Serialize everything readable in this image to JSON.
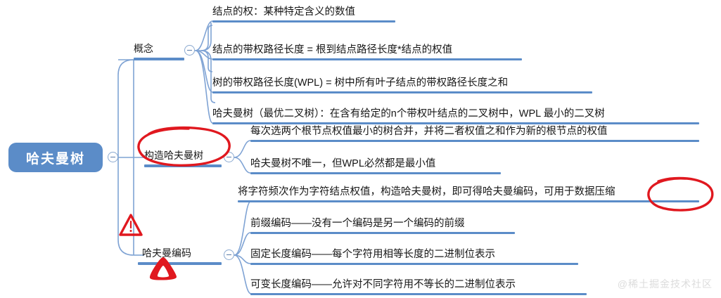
{
  "mindmap": {
    "root": {
      "label": "哈夫曼树"
    },
    "branches": [
      {
        "label": "概念",
        "leaves": [
          "结点的权：某种特定含义的数值",
          "结点的带权路径长度 = 根到结点路径长度*结点的权值",
          "树的带权路径长度(WPL) = 树中所有叶子结点的带权路径长度之和",
          "哈夫曼树（最优二叉树）：在含有给定的n个带权叶结点的二叉树中，WPL 最小的二叉树"
        ]
      },
      {
        "label": "构造哈夫曼树",
        "leaves": [
          "每次选两个根节点权值最小的树合并，并将二者权值之和作为新的根节点的权值",
          "哈夫曼树不唯一，但WPL必然都是最小值"
        ]
      },
      {
        "label": "哈夫曼编码",
        "leaves": [
          "将字符频次作为字符结点权值，构造哈夫曼树，即可得哈夫曼编码，可用于数据压缩",
          "前缀编码——没有一个编码是另一个编码的前缀",
          "固定长度编码——每个字符用相等长度的二进制位表示",
          "可变长度编码——允许对不同字符用不等长的二进制位表示"
        ]
      }
    ]
  },
  "annotations": {
    "circle_build_tree": "构造哈夫曼树",
    "circle_data_compression": "数据压缩",
    "triangle_warning": "哈夫曼编码",
    "triangle_filled": "哈夫曼编码"
  },
  "watermark": {
    "text": "@稀土掘金技术社区"
  },
  "colors": {
    "node_blue": "#5b8cc8",
    "wire_blue": "#7fa3d4",
    "annotation_red": "#e0181f",
    "text_dark": "#161616",
    "background": "#ffffff"
  }
}
